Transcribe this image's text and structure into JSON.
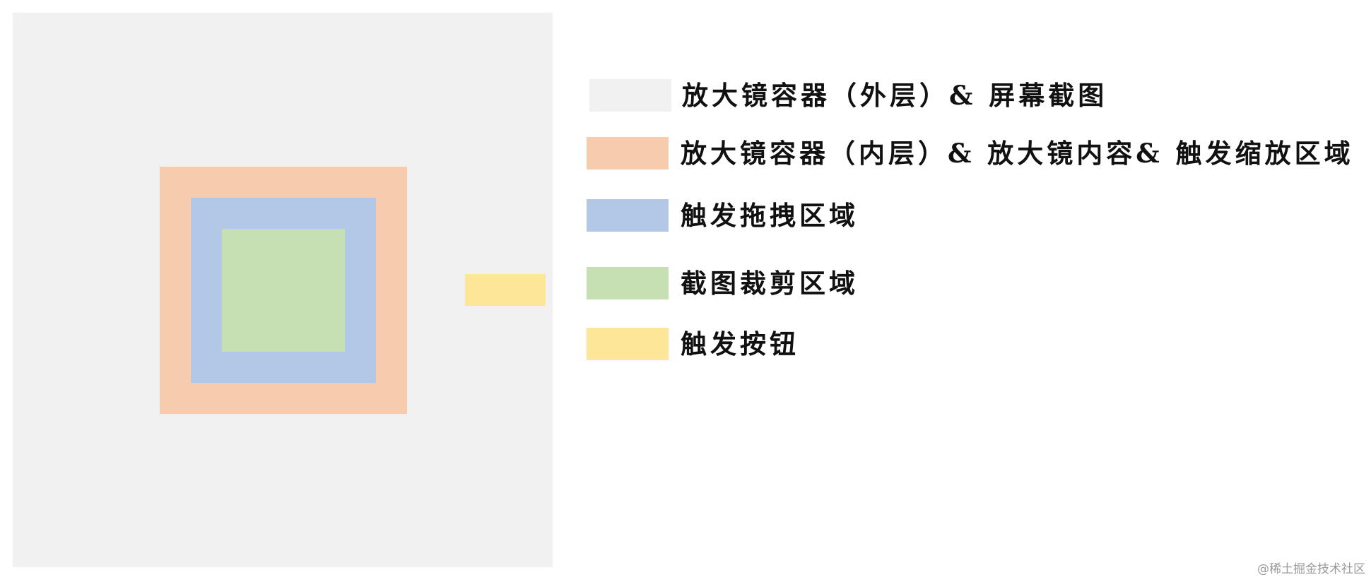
{
  "diagram": {
    "title": "",
    "colors": {
      "outer": "#f1f1f1",
      "inner": "#f7cbae",
      "drag": "#b3c7e6",
      "crop": "#c6e0b4",
      "trigger": "#fee699"
    },
    "regions": [
      {
        "id": "outer",
        "role": "放大镜容器（外层）& 屏幕截图"
      },
      {
        "id": "inner",
        "role": "放大镜容器（内层）& 放大镜内容& 触发缩放区域"
      },
      {
        "id": "drag",
        "role": "触发拖拽区域"
      },
      {
        "id": "crop",
        "role": "截图裁剪区域"
      },
      {
        "id": "trigger",
        "role": "触发按钮"
      }
    ]
  },
  "legend": {
    "items": [
      {
        "label": "放大镜容器（外层）& 屏幕截图",
        "color": "#f1f1f1"
      },
      {
        "label": "放大镜容器（内层）& 放大镜内容& 触发缩放区域",
        "color": "#f7cbae"
      },
      {
        "label": "触发拖拽区域",
        "color": "#b3c7e6"
      },
      {
        "label": "截图裁剪区域",
        "color": "#c6e0b4"
      },
      {
        "label": "触发按钮",
        "color": "#fee699"
      }
    ]
  },
  "watermark": "@稀土掘金技术社区"
}
